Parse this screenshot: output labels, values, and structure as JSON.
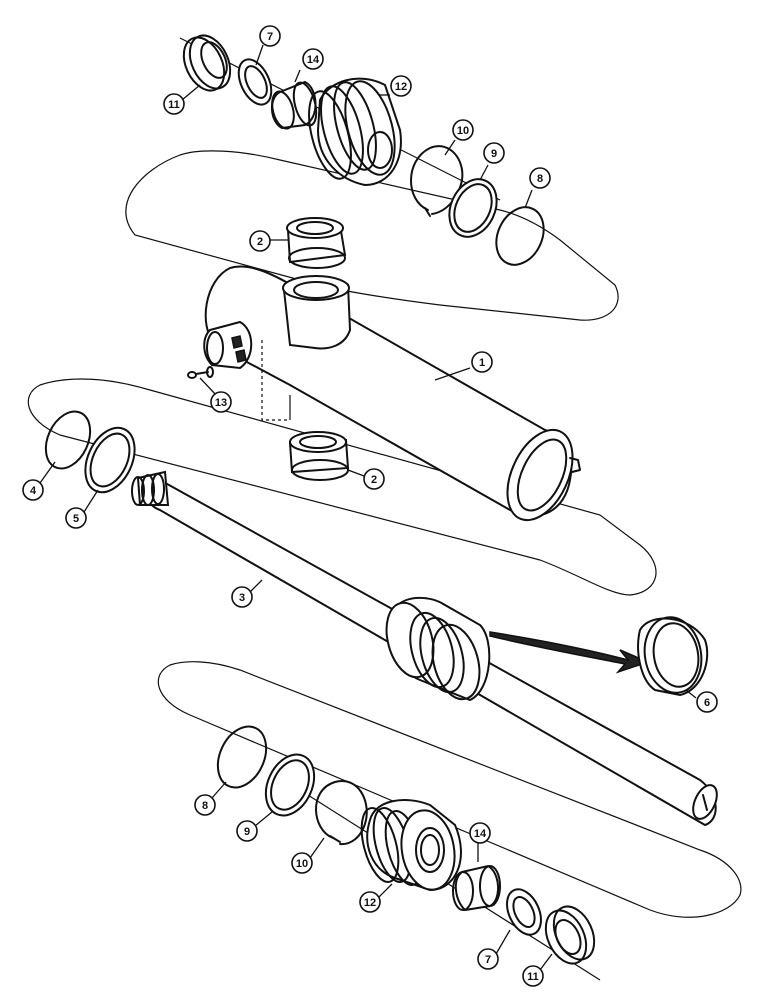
{
  "callouts": [
    {
      "id": "c11a",
      "label": "11"
    },
    {
      "id": "c7a",
      "label": "7"
    },
    {
      "id": "c14a",
      "label": "14"
    },
    {
      "id": "c12a",
      "label": "12"
    },
    {
      "id": "c10a",
      "label": "10"
    },
    {
      "id": "c9a",
      "label": "9"
    },
    {
      "id": "c8a",
      "label": "8"
    },
    {
      "id": "c2a",
      "label": "2"
    },
    {
      "id": "c1",
      "label": "1"
    },
    {
      "id": "c13",
      "label": "13"
    },
    {
      "id": "c2b",
      "label": "2"
    },
    {
      "id": "c4",
      "label": "4"
    },
    {
      "id": "c5",
      "label": "5"
    },
    {
      "id": "c3",
      "label": "3"
    },
    {
      "id": "c6",
      "label": "6"
    },
    {
      "id": "c8b",
      "label": "8"
    },
    {
      "id": "c9b",
      "label": "9"
    },
    {
      "id": "c10b",
      "label": "10"
    },
    {
      "id": "c14b",
      "label": "14"
    },
    {
      "id": "c12b",
      "label": "12"
    },
    {
      "id": "c7b",
      "label": "7"
    },
    {
      "id": "c11b",
      "label": "11"
    }
  ]
}
